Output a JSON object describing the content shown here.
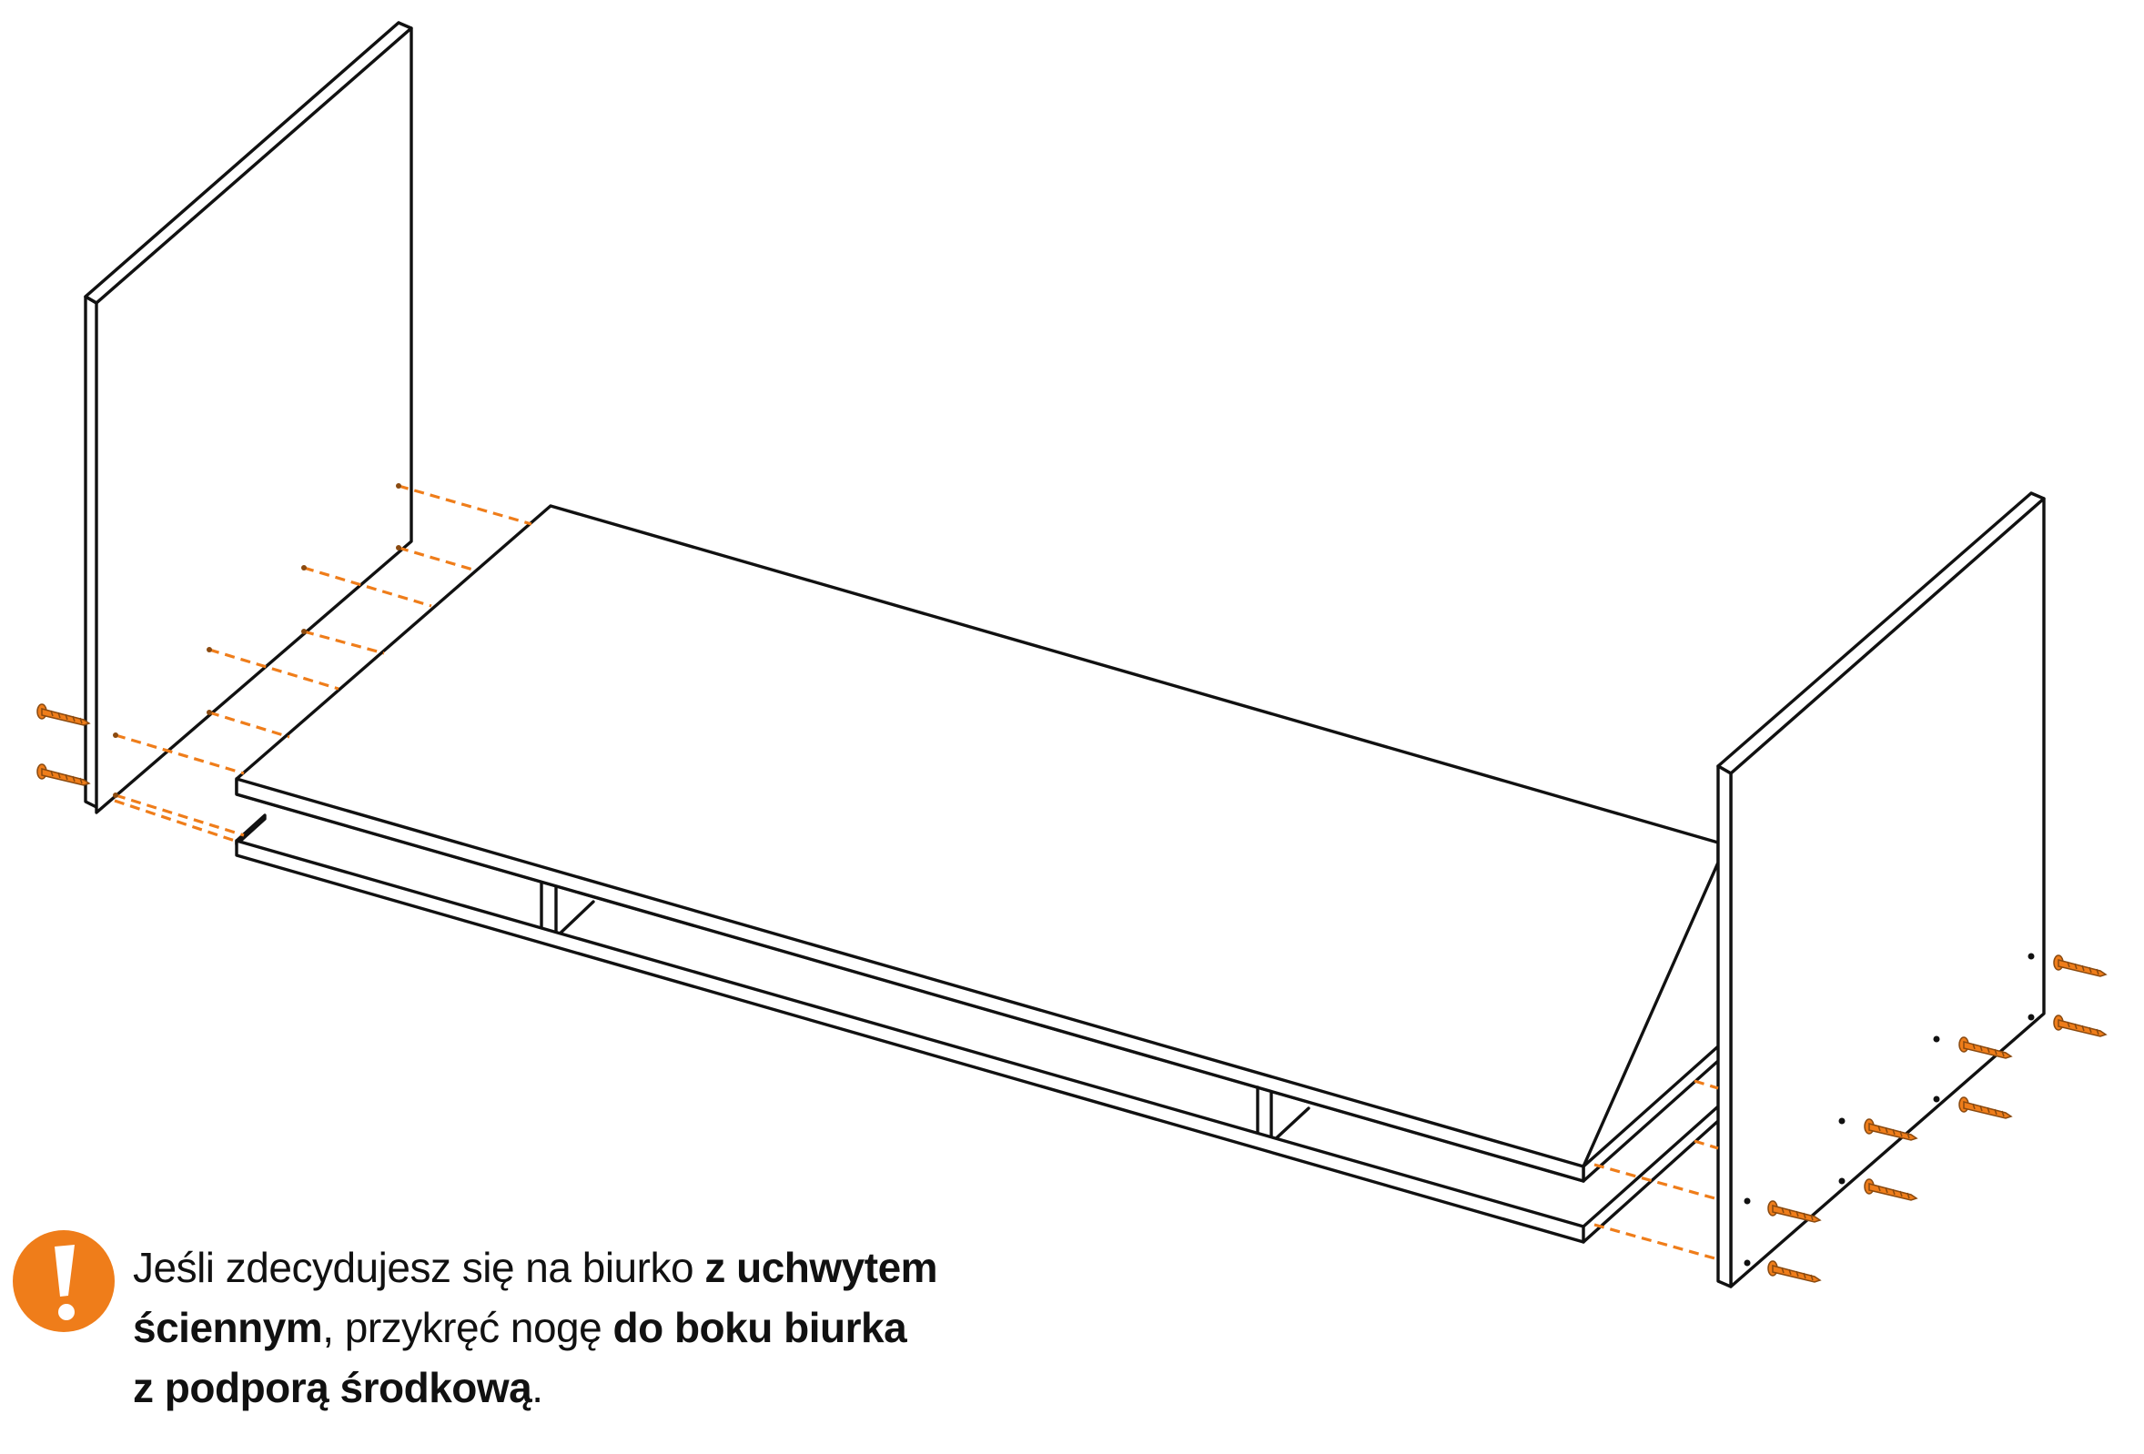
{
  "colors": {
    "line": "#111111",
    "accent": "#ef7d1a",
    "background": "#ffffff"
  },
  "icons": {
    "warning": "exclamation-circle-icon"
  },
  "note": {
    "line1_regular": "Jeśli zdecydujesz się na biurko ",
    "line1_bold": "z uchwytem",
    "line2_bold": "ściennym",
    "line2_regular": ", przykręć nogę ",
    "line2_bold2": "do boku biurka",
    "line3_bold": "z podporą środkową",
    "line3_regular": "."
  }
}
